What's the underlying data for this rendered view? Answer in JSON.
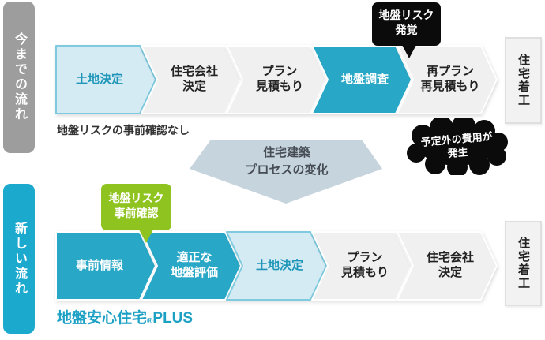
{
  "colors": {
    "teal_arrow": "#29A7C6",
    "teal_text": "#1F96B8",
    "light_blue_fill": "#D5EBF4",
    "light_blue_border": "#7ECBE0",
    "gray_fill": "#F0F0F0",
    "sidebar_gray": "#9D9D9D",
    "sidebar_teal": "#1BA9CE",
    "green_callout": "#8FC31F",
    "black_callout": "#0B0B0B",
    "transition_fill": "#C6D4DE",
    "brand_text": "#1CA0C4"
  },
  "sidebar_old": {
    "label": "今までの流れ"
  },
  "sidebar_new": {
    "label": "新しい流れ"
  },
  "flow_old": {
    "steps": [
      {
        "label": "土地決定"
      },
      {
        "label": "住宅会社\n決定"
      },
      {
        "label": "プラン\n見積もり"
      },
      {
        "label": "地盤調査"
      },
      {
        "label": "再プラン\n再見積もり"
      }
    ],
    "goal": {
      "label": "住宅着工"
    },
    "caption": "地盤リスクの事前確認なし",
    "callout": {
      "label": "地盤リスク\n発覚"
    },
    "burst": {
      "label": "予定外の費用が\n発生"
    }
  },
  "transition": {
    "label": "住宅建築\nプロセスの変化"
  },
  "flow_new": {
    "steps": [
      {
        "label": "事前情報"
      },
      {
        "label": "適正な\n地盤評価"
      },
      {
        "label": "土地決定"
      },
      {
        "label": "プラン\n見積もり"
      },
      {
        "label": "住宅会社\n決定"
      }
    ],
    "goal": {
      "label": "住宅着工"
    },
    "callout": {
      "label": "地盤リスク\n事前確認"
    },
    "brand": {
      "name": "地盤安心住宅",
      "reg": "®",
      "suffix": "PLUS"
    }
  }
}
